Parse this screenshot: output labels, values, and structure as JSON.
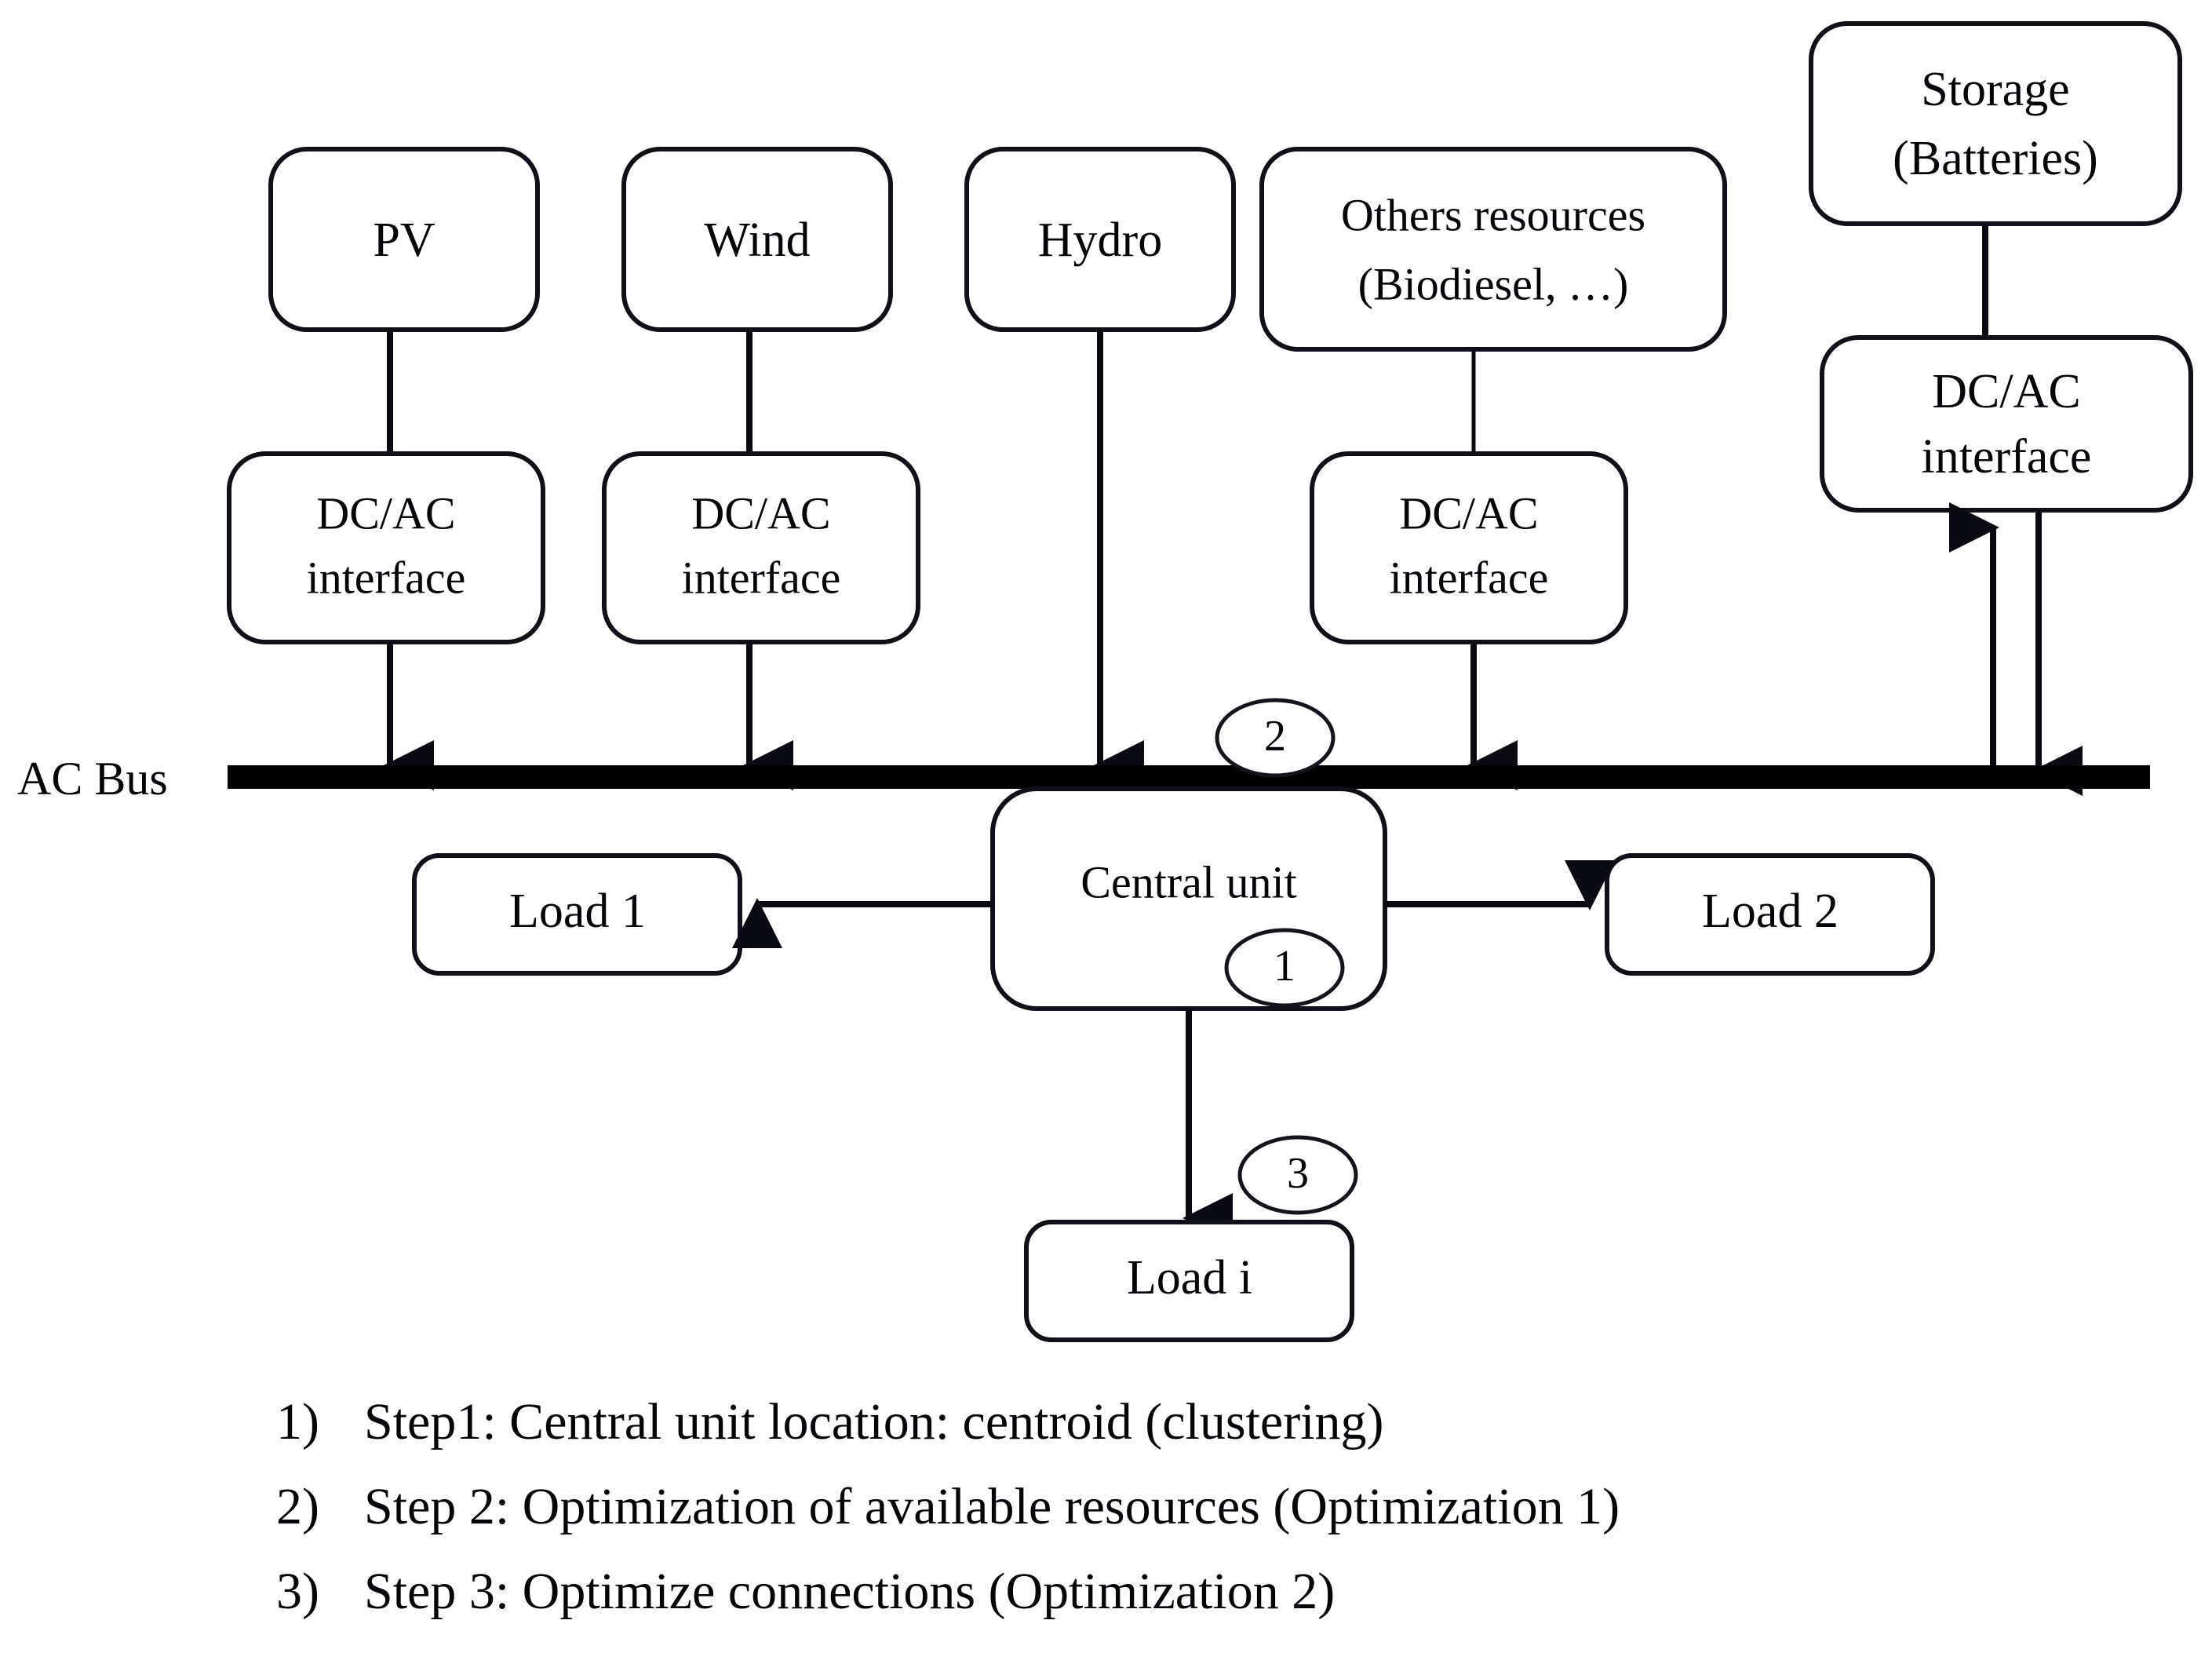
{
  "diagram": {
    "title_text": "",
    "bus": {
      "label": "AC Bus"
    },
    "sources": [
      {
        "id": "pv",
        "label": "PV"
      },
      {
        "id": "wind",
        "label": "Wind"
      },
      {
        "id": "hydro",
        "label": "Hydro"
      },
      {
        "id": "others",
        "label_line1": "Others resources",
        "label_line2": "(Biodiesel, …)"
      },
      {
        "id": "storage",
        "label_line1": "Storage",
        "label_line2": "(Batteries)"
      }
    ],
    "interfaces": [
      {
        "id": "iface-pv",
        "label_line1": "DC/AC",
        "label_line2": "interface"
      },
      {
        "id": "iface-wind",
        "label_line1": "DC/AC",
        "label_line2": "interface"
      },
      {
        "id": "iface-others",
        "label_line1": "DC/AC",
        "label_line2": "interface"
      },
      {
        "id": "iface-storage",
        "label_line1": "DC/AC",
        "label_line2": "interface"
      }
    ],
    "central_unit": {
      "label": "Central unit"
    },
    "loads": [
      {
        "id": "load-1",
        "label": "Load 1"
      },
      {
        "id": "load-2",
        "label": "Load 2"
      },
      {
        "id": "load-i",
        "label": "Load i"
      }
    ],
    "step_markers": [
      {
        "id": "marker-2",
        "label": "2"
      },
      {
        "id": "marker-1",
        "label": "1"
      },
      {
        "id": "marker-3",
        "label": "3"
      }
    ]
  },
  "legend": {
    "items": [
      {
        "marker": "1)",
        "text": "Step1: Central unit location: centroid (clustering)"
      },
      {
        "marker": "2)",
        "text": "Step 2: Optimization of available resources (Optimization 1)"
      },
      {
        "marker": "3)",
        "text": "Step 3: Optimize connections (Optimization 2)"
      }
    ]
  },
  "colors": {
    "ink": "#050509",
    "bus": "#000000",
    "box_stroke": "#101018",
    "background": "#ffffff"
  }
}
